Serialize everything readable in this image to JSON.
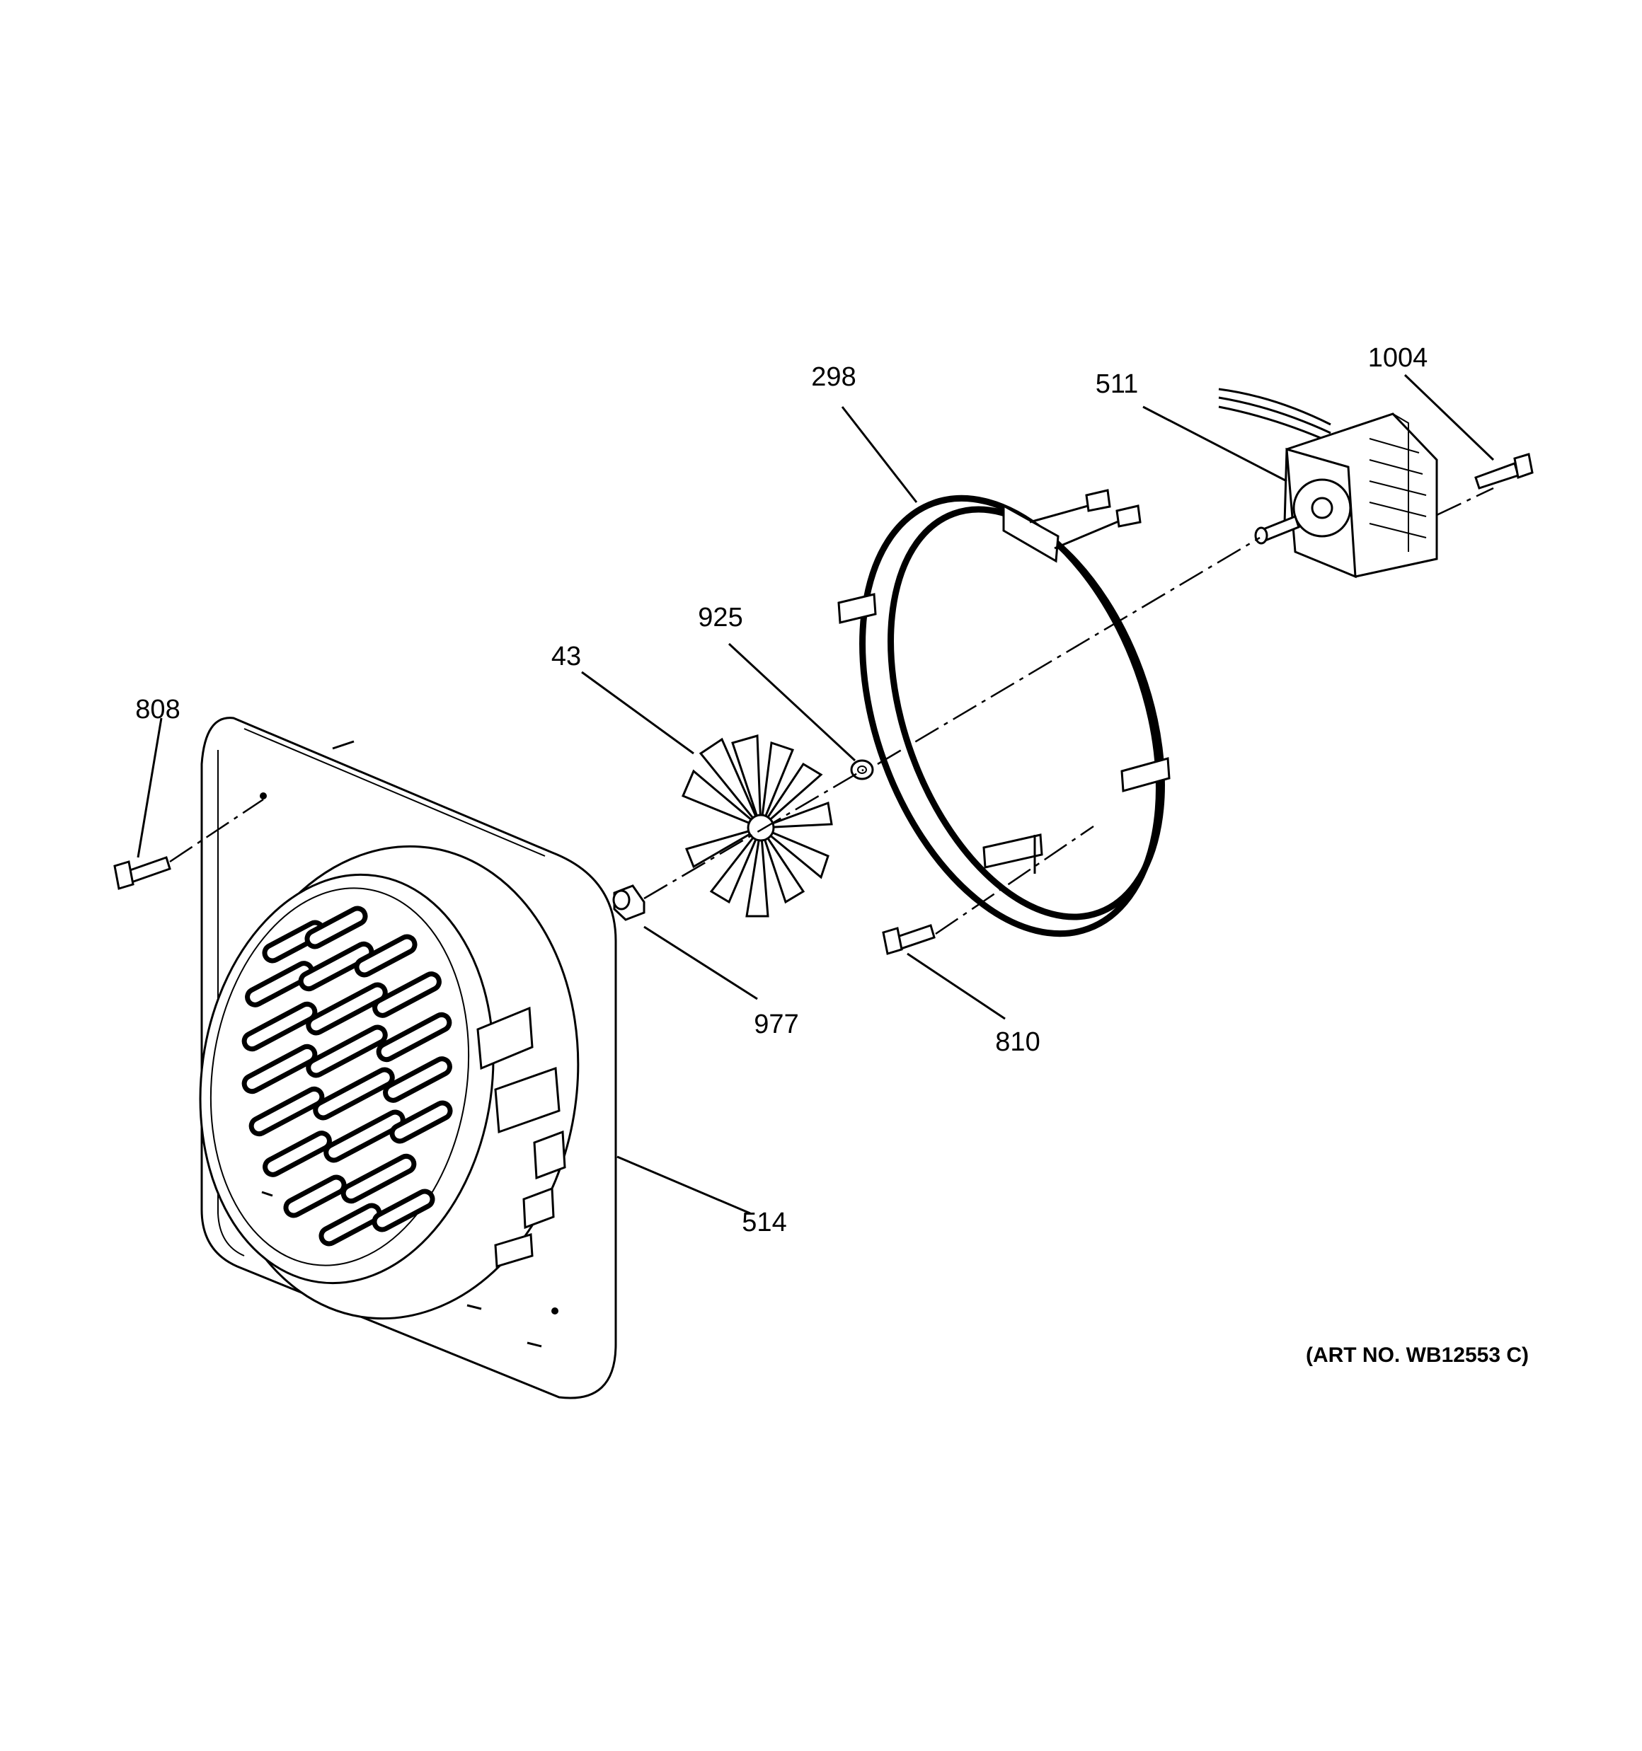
{
  "diagram": {
    "art_number": "(ART NO. WB12553 C)",
    "callouts": [
      {
        "id": "298",
        "label": "298"
      },
      {
        "id": "511",
        "label": "511"
      },
      {
        "id": "1004",
        "label": "1004"
      },
      {
        "id": "925",
        "label": "925"
      },
      {
        "id": "43",
        "label": "43"
      },
      {
        "id": "808",
        "label": "808"
      },
      {
        "id": "977",
        "label": "977"
      },
      {
        "id": "810",
        "label": "810"
      },
      {
        "id": "514",
        "label": "514"
      }
    ],
    "parts": [
      {
        "id": "514",
        "icon": "fan-cover-panel-icon"
      },
      {
        "id": "43",
        "icon": "fan-blade-icon"
      },
      {
        "id": "925",
        "icon": "washer-icon"
      },
      {
        "id": "977",
        "icon": "nut-icon"
      },
      {
        "id": "298",
        "icon": "heating-element-ring-icon"
      },
      {
        "id": "511",
        "icon": "fan-motor-icon"
      },
      {
        "id": "1004",
        "icon": "screw-icon"
      },
      {
        "id": "808",
        "icon": "screw-icon"
      },
      {
        "id": "810",
        "icon": "screw-icon"
      }
    ]
  }
}
